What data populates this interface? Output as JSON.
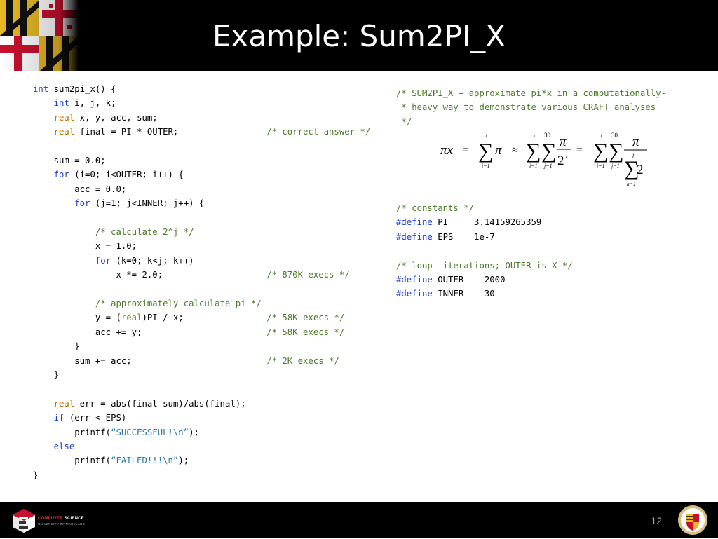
{
  "slide": {
    "title": "Example: Sum2PI_X",
    "page_number": "12"
  },
  "footer": {
    "logo_line1_a": "COMPUTER",
    "logo_line1_b": " SCIENCE",
    "logo_line2": "UNIVERSITY OF MARYLAND"
  },
  "left_code": [
    {
      "t": "int",
      "c": "kw",
      "r": " sum2pi_x() {"
    },
    {
      "i": "    ",
      "t": "int",
      "c": "kw",
      "r": " i, j, k;"
    },
    {
      "i": "    ",
      "t": "real",
      "c": "ty",
      "r": " x, y, acc, sum;"
    },
    {
      "i": "    ",
      "t": "real",
      "c": "ty",
      "r": " final = PI * OUTER;",
      "cm": "/* correct answer */"
    },
    {
      "r": ""
    },
    {
      "i": "    ",
      "r": "sum = 0.0;"
    },
    {
      "i": "    ",
      "t": "for",
      "c": "kw",
      "r": " (i=0; i<OUTER; i++) {"
    },
    {
      "i": "        ",
      "r": "acc = 0.0;"
    },
    {
      "i": "        ",
      "t": "for",
      "c": "kw",
      "r": " (j=1; j<INNER; j++) {"
    },
    {
      "r": ""
    },
    {
      "i": "            ",
      "cm": "/* calculate 2^j */",
      "cmInline": true
    },
    {
      "i": "            ",
      "r": "x = 1.0;"
    },
    {
      "i": "            ",
      "t": "for",
      "c": "kw",
      "r": " (k=0; k<j; k++)"
    },
    {
      "i": "                ",
      "r": "x *= 2.0;",
      "cm": "/* 870K execs */"
    },
    {
      "r": ""
    },
    {
      "i": "            ",
      "cm": "/* approximately calculate pi */",
      "cmInline": true
    },
    {
      "i": "            ",
      "r": "y = (",
      "t2": "real",
      "r2": ")PI / x;",
      "cm": "/* 58K execs */"
    },
    {
      "i": "            ",
      "r": "acc += y;",
      "cm": "/* 58K execs */"
    },
    {
      "i": "        ",
      "r": "}"
    },
    {
      "i": "        ",
      "r": "sum += acc;",
      "cm": "/* 2K execs */"
    },
    {
      "i": "    ",
      "r": "}"
    },
    {
      "r": ""
    },
    {
      "i": "    ",
      "t": "real",
      "c": "ty",
      "r": " err = abs(final-sum)/abs(final);"
    },
    {
      "i": "    ",
      "t": "if",
      "c": "kw",
      "r": " (err < EPS)"
    },
    {
      "i": "        ",
      "r": "printf(",
      "s": "“SUCCESSFUL!\\n”",
      "r2": ");"
    },
    {
      "i": "    ",
      "t": "else",
      "c": "kw",
      "r": ""
    },
    {
      "i": "        ",
      "r": "printf(",
      "s": "“FAILED!!!\\n”",
      "r2": ");"
    },
    {
      "r": "}"
    }
  ],
  "right_code_top": [
    "/* SUM2PI_X – approximate pi*x in a computationally-",
    " * heavy way to demonstrate various CRAFT analyses",
    " */"
  ],
  "right_code_bottom": [
    {
      "cm": "/* constants */"
    },
    {
      "kw": "#define",
      "r": " PI     3.14159265359"
    },
    {
      "kw": "#define",
      "r": " EPS    1e-7"
    },
    {
      "r": ""
    },
    {
      "cm": "/* loop  iterations; OUTER is X */"
    },
    {
      "kw": "#define",
      "r": " OUTER    2000"
    },
    {
      "kw": "#define",
      "r": " INNER    30"
    }
  ],
  "formula": {
    "pi": "π",
    "x": "x",
    "eq": "=",
    "approx": "≈",
    "sigma": "∑",
    "i1": "i=1",
    "j1": "j=1",
    "k1": "k=1",
    "thirty": "30",
    "two": "2",
    "j": "j"
  }
}
